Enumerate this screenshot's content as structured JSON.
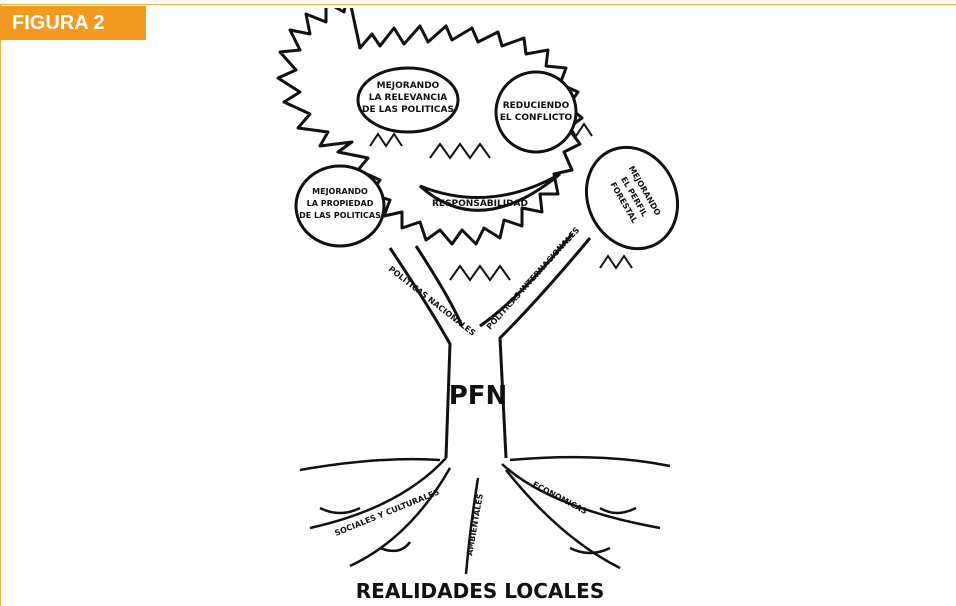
{
  "figure": {
    "label": "FIGURA 2"
  },
  "tree": {
    "trunk_label": "PFN",
    "fruits": [
      [
        "MEJORANDO",
        "LA RELEVANCIA",
        "DE LAS POLITICAS"
      ],
      [
        "REDUCIENDO",
        "EL CONFLICTO"
      ],
      [
        "MEJORANDO",
        "LA PROPIEDAD",
        "DE LAS POLITICAS"
      ],
      [
        "RESPONSABILIDAD"
      ],
      [
        "MEJORANDO",
        "EL PERFIL",
        "FORESTAL"
      ]
    ],
    "branches": {
      "left": "POLITICAS NACIONALES",
      "right": "POLITICAS INTERNACIONALES"
    },
    "roots": {
      "left": "SOCIALES Y CULTURALES",
      "center": "AMBIENTALES",
      "right": "ECONOMICAS"
    },
    "ground_label": "REALIDADES LOCALES"
  },
  "colors": {
    "accent": "#f29a1f",
    "ink": "#111111"
  }
}
